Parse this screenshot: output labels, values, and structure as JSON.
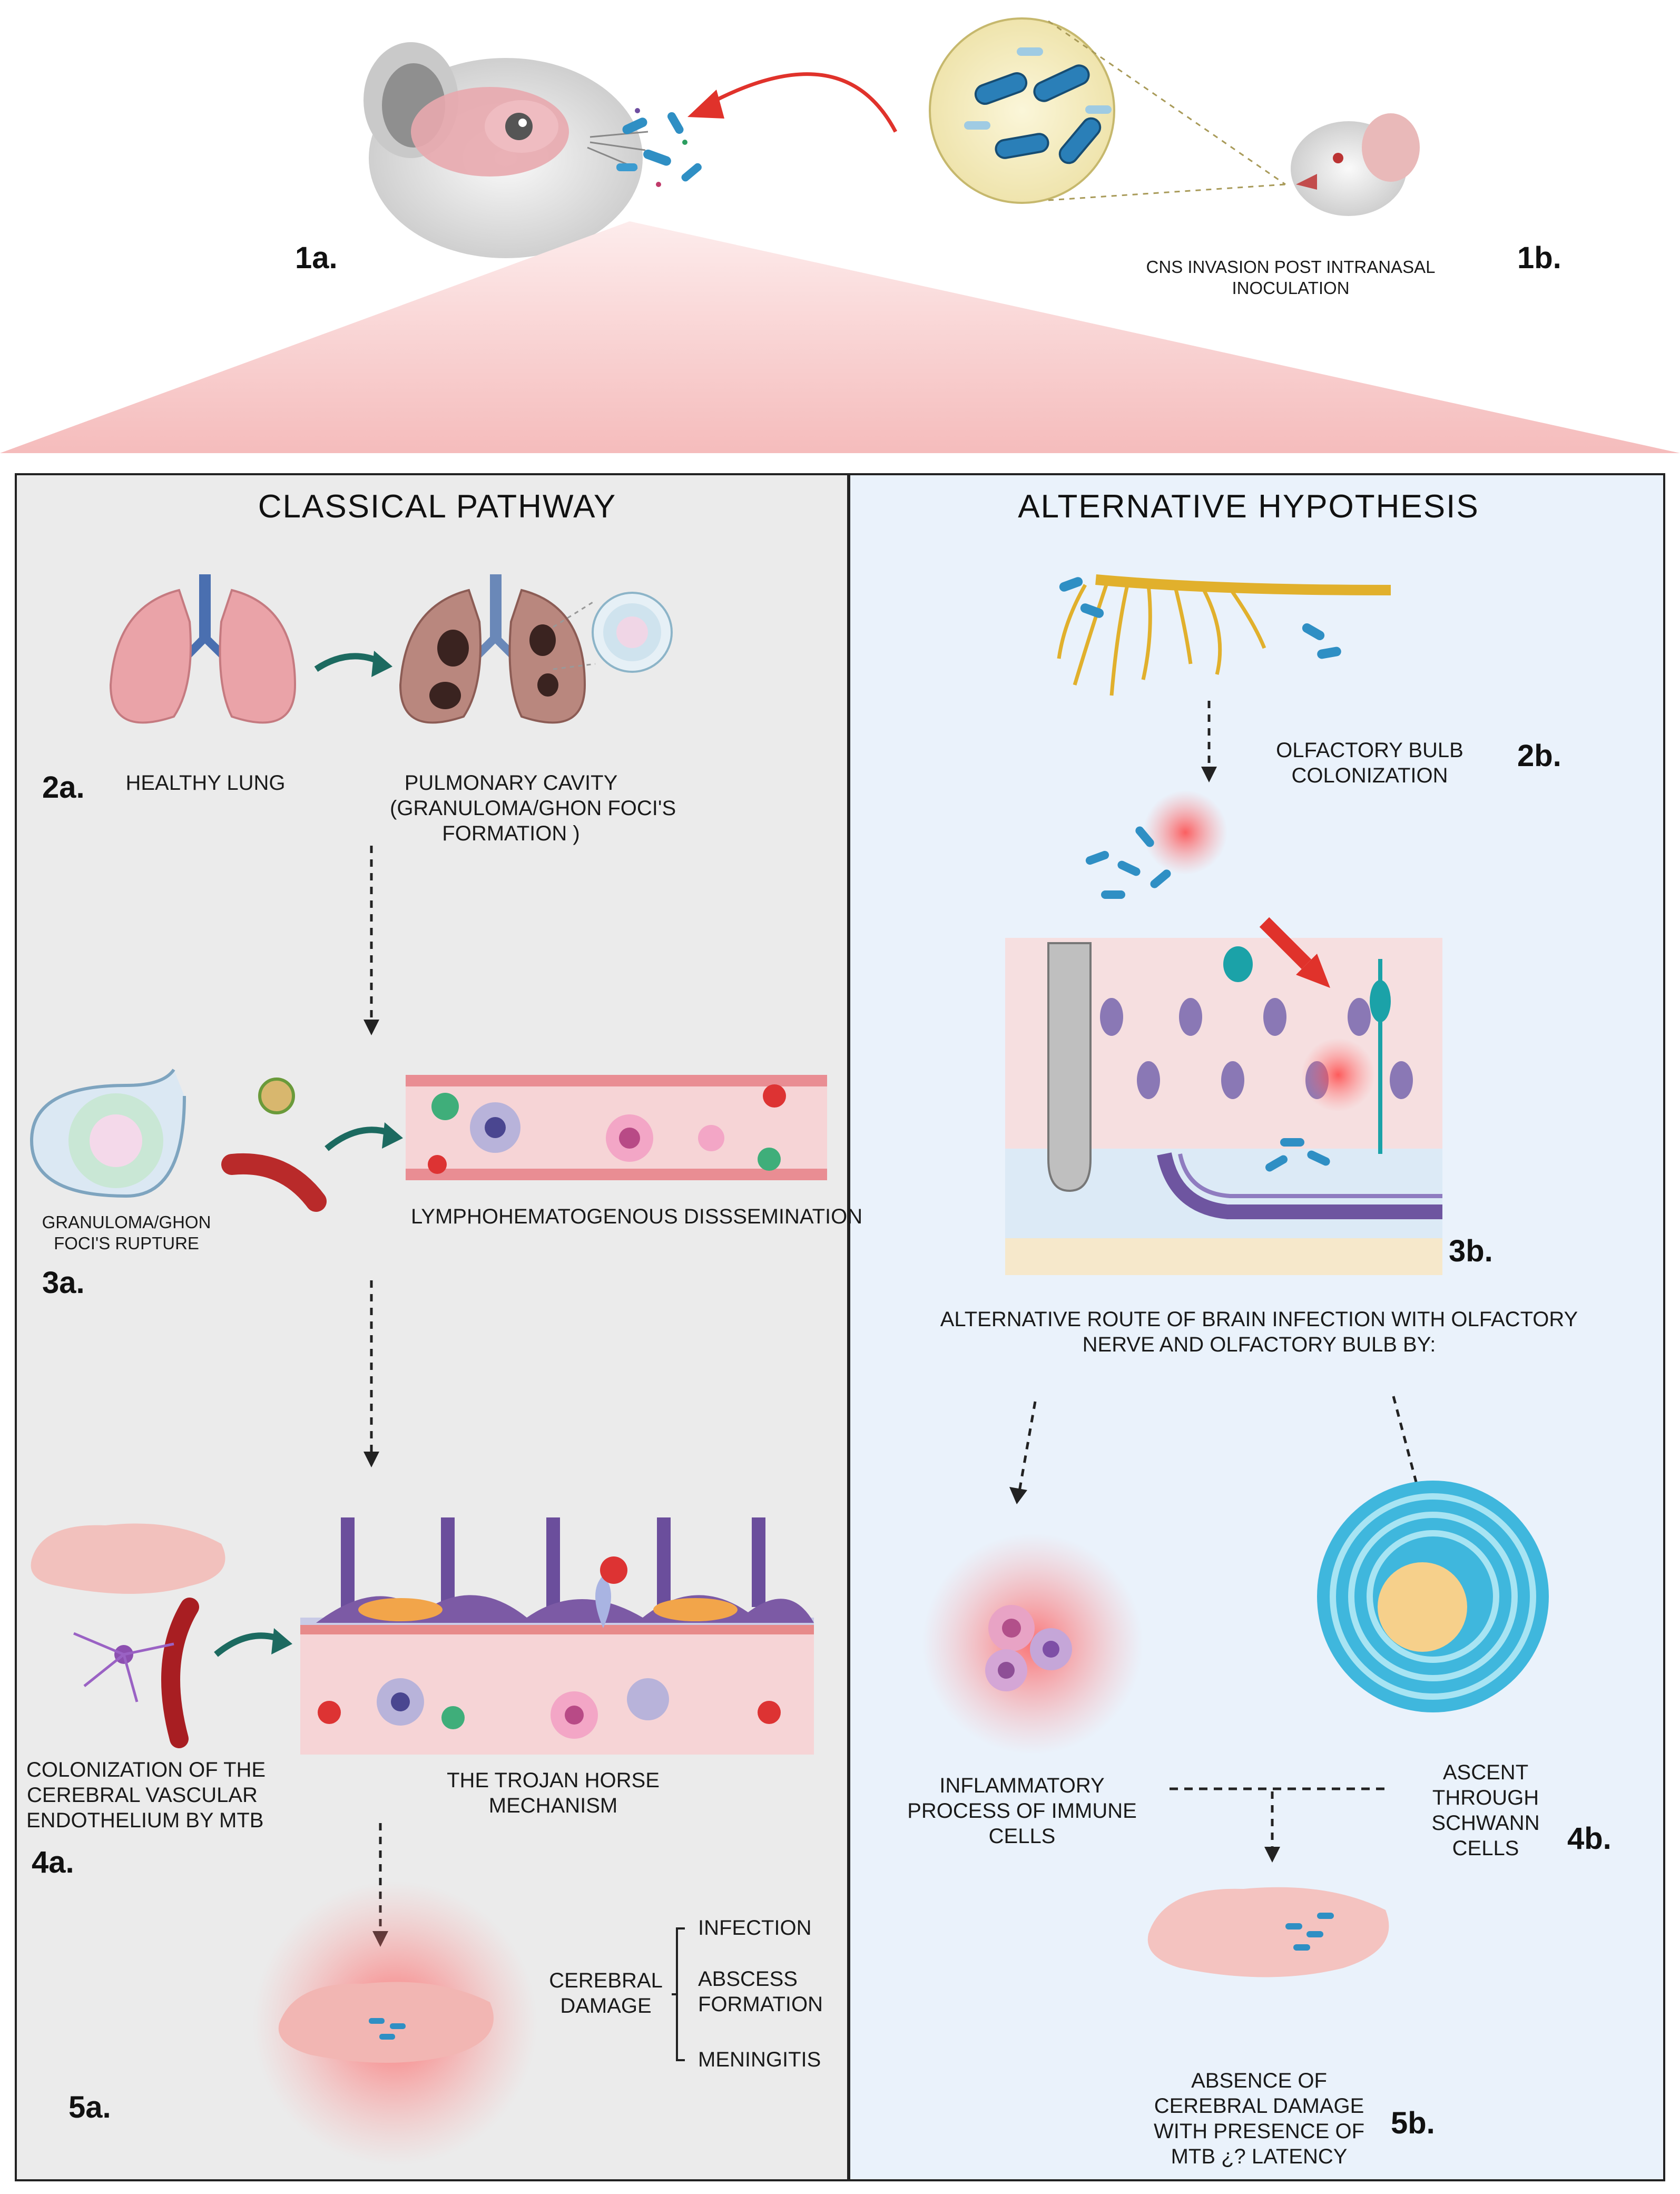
{
  "figure": {
    "step_1a": "1a.",
    "step_1b": "1b.",
    "cns_invasion_lines": [
      "CNS INVASION POST INTRANASAL",
      "INOCULATION"
    ],
    "classical": {
      "title": "CLASSICAL PATHWAY",
      "step_2a": "2a.",
      "healthy_lung": "HEALTHY LUNG",
      "pulmonary_cavity_lines": [
        "PULMONARY CAVITY",
        "(GRANULOMA/GHON FOCI'S",
        "FORMATION )"
      ],
      "step_3a": "3a.",
      "rupture_lines": [
        "GRANULOMA/GHON",
        "FOCI'S RUPTURE"
      ],
      "dissemination": "LYMPHOHEMATOGENOUS DISSSEMINATION",
      "step_4a": "4a.",
      "colonization_lines": [
        "COLONIZATION OF THE",
        "CEREBRAL VASCULAR",
        "ENDOTHELIUM BY MTB"
      ],
      "trojan_lines": [
        "THE TROJAN HORSE",
        "MECHANISM"
      ],
      "step_5a": "5a.",
      "cerebral_damage_lines": [
        "CEREBRAL",
        "DAMAGE"
      ],
      "damage_items": [
        "INFECTION",
        "ABSCESS",
        "FORMATION",
        "MENINGITIS"
      ]
    },
    "alternative": {
      "title": "ALTERNATIVE HYPOTHESIS",
      "bulb_lines": [
        "OLFACTORY BULB",
        "COLONIZATION"
      ],
      "step_2b": "2b.",
      "step_3b": "3b.",
      "route_lines": [
        "ALTERNATIVE ROUTE OF BRAIN INFECTION WITH OLFACTORY",
        "NERVE AND OLFACTORY BULB BY:"
      ],
      "inflammatory_lines": [
        "INFLAMMATORY",
        "PROCESS OF IMMUNE",
        "CELLS"
      ],
      "ascent_lines": [
        "ASCENT",
        "THROUGH",
        "SCHWANN",
        "CELLS"
      ],
      "step_4b": "4b.",
      "absence_lines": [
        "ABSENCE OF",
        "CEREBRAL DAMAGE",
        "WITH PRESENCE OF",
        "MTB ¿? LATENCY"
      ],
      "step_5b": "5b."
    }
  },
  "colors": {
    "left_panel": "#ebebeb",
    "right_panel": "#eaf2fb",
    "bacteria": "#2f8fc4",
    "lung": "#eaa3a8",
    "lymph": "#f6d4d6",
    "neuron": "#6e55a0",
    "red_arrow": "#e0322b",
    "nerve": "#e1b02c",
    "teal_arrow": "#1c6a60"
  },
  "icons": [
    "mouse-head-icon",
    "mouse-icon",
    "bacteria-icon",
    "lung-icon",
    "granuloma-icon",
    "blood-vessel-icon",
    "immune-cell-icon",
    "brain-icon",
    "neuron-icon",
    "olfactory-nerve-icon",
    "schwann-cell-icon"
  ]
}
